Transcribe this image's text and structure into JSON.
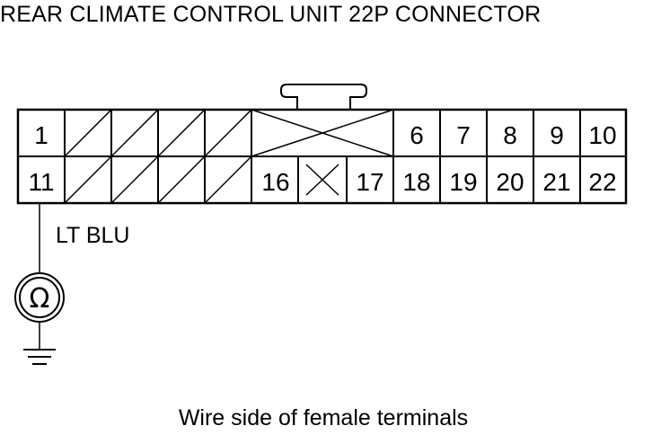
{
  "title": "REAR CLIMATE CONTROL UNIT 22P CONNECTOR",
  "caption": "Wire side of female terminals",
  "wire": {
    "color_label": "LT BLU",
    "terminal": "11"
  },
  "meter": {
    "symbol": "Ω",
    "icon": "ohmmeter-icon"
  },
  "ground": {
    "icon": "ground-icon"
  },
  "connector": {
    "top_row": [
      {
        "label": "1",
        "state": "pin"
      },
      {
        "label": "",
        "state": "unused"
      },
      {
        "label": "",
        "state": "unused"
      },
      {
        "label": "",
        "state": "unused"
      },
      {
        "label": "",
        "state": "unused"
      },
      {
        "label": "",
        "state": "blocked"
      },
      {
        "label": "6",
        "state": "pin"
      },
      {
        "label": "7",
        "state": "pin"
      },
      {
        "label": "8",
        "state": "pin"
      },
      {
        "label": "9",
        "state": "pin"
      },
      {
        "label": "10",
        "state": "pin"
      }
    ],
    "bottom_row": [
      {
        "label": "11",
        "state": "pin"
      },
      {
        "label": "",
        "state": "unused"
      },
      {
        "label": "",
        "state": "unused"
      },
      {
        "label": "",
        "state": "unused"
      },
      {
        "label": "",
        "state": "unused"
      },
      {
        "label": "16",
        "state": "pin"
      },
      {
        "label": "",
        "state": "blocked"
      },
      {
        "label": "17",
        "state": "pin"
      },
      {
        "label": "18",
        "state": "pin"
      },
      {
        "label": "19",
        "state": "pin"
      },
      {
        "label": "20",
        "state": "pin"
      },
      {
        "label": "21",
        "state": "pin"
      },
      {
        "label": "22",
        "state": "pin"
      }
    ]
  }
}
